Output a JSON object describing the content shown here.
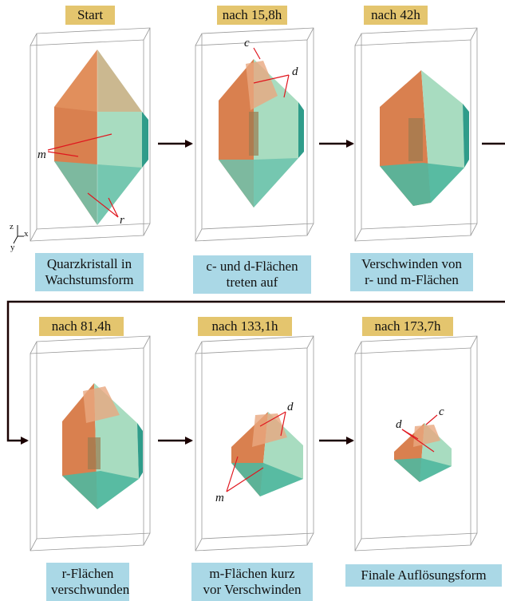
{
  "stages": [
    {
      "time": "Start",
      "caption": [
        "Quarzkristall in",
        "Wachstumsform"
      ]
    },
    {
      "time": "nach 15,8h",
      "caption": [
        "c- und d-Flächen",
        "treten auf"
      ]
    },
    {
      "time": "nach 42h",
      "caption": [
        "Verschwinden von",
        "r- und m-Flächen"
      ]
    },
    {
      "time": "nach 81,4h",
      "caption": [
        "r-Flächen",
        "verschwunden"
      ]
    },
    {
      "time": "nach 133,1h",
      "caption": [
        "m-Flächen kurz",
        "vor Verschwinden"
      ]
    },
    {
      "time": "nach 173,7h",
      "caption": [
        "Finale Auflösungsform"
      ]
    }
  ],
  "annotations": {
    "m": "m",
    "r": "r",
    "c": "c",
    "d": "d"
  },
  "axes": {
    "z": "z",
    "x": "x",
    "y": "y"
  },
  "colors": {
    "orange_face": "#d9804f",
    "green_face": "#a8dcc0",
    "teal_face": "#3aa896",
    "label_bg": "#e4c56e",
    "caption_bg": "#aad8e6",
    "annotation_line": "#e0161e"
  }
}
